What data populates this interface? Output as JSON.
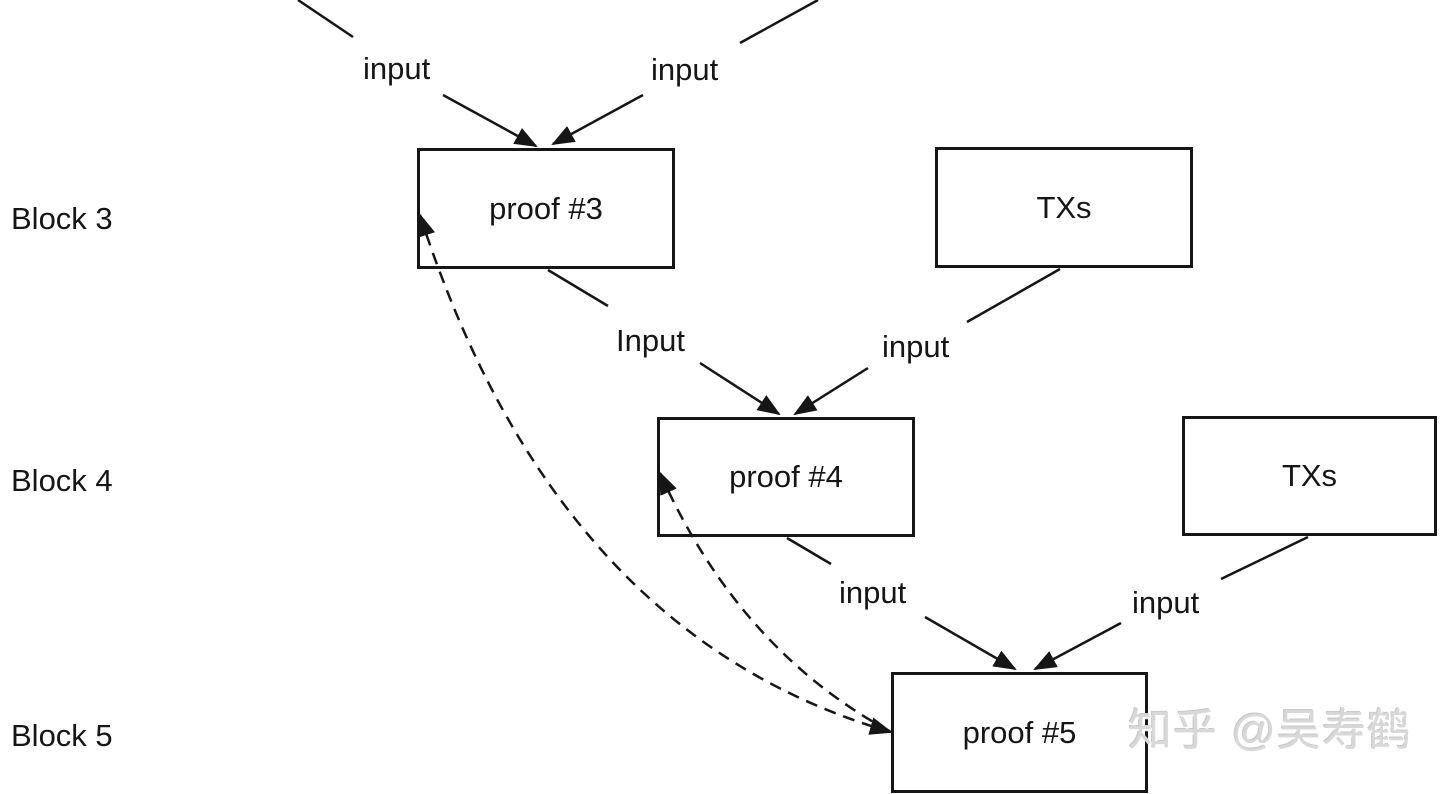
{
  "diagram": {
    "title_context": "recursive proof chain diagram",
    "block_rows": [
      {
        "label": "Block 3"
      },
      {
        "label": "Block 4"
      },
      {
        "label": "Block 5"
      }
    ],
    "boxes": [
      {
        "id": "proof-3",
        "label": "proof #3"
      },
      {
        "id": "txs-block-3",
        "label": "TXs"
      },
      {
        "id": "proof-4",
        "label": "proof #4"
      },
      {
        "id": "txs-block-4",
        "label": "TXs"
      },
      {
        "id": "proof-5",
        "label": "proof #5"
      }
    ],
    "edge_labels": [
      {
        "id": "input-to-proof3-left",
        "label": "input"
      },
      {
        "id": "input-to-proof3-right",
        "label": "input"
      },
      {
        "id": "input-proof3-to-proof4",
        "label": "Input"
      },
      {
        "id": "input-txs3-to-proof4",
        "label": "input"
      },
      {
        "id": "input-proof4-to-proof5",
        "label": "input"
      },
      {
        "id": "input-txs4-to-proof5",
        "label": "input"
      }
    ],
    "dashed_references": [
      {
        "from": "proof-5",
        "to": "proof-3"
      },
      {
        "from": "proof-5",
        "to": "proof-4"
      }
    ],
    "watermark": "知乎 @吴寿鹤",
    "colors": {
      "line": "#161616",
      "background": "#ffffff",
      "watermark": "#d8d8d8"
    }
  }
}
